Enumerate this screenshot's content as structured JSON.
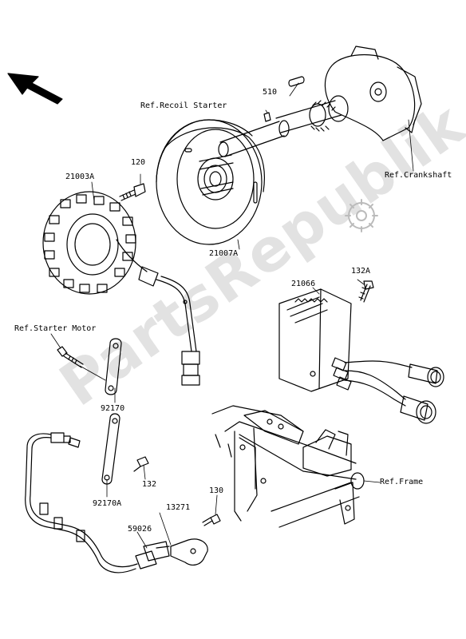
{
  "watermark": "PartsRepublik",
  "labels": {
    "p510": "510",
    "ref_recoil_starter": "Ref.Recoil Starter",
    "ref_crankshaft": "Ref.Crankshaft",
    "p120": "120",
    "p21003a": "21003A",
    "p21007a": "21007A",
    "p132a": "132A",
    "p21066": "21066",
    "ref_starter_motor": "Ref.Starter Motor",
    "p92170": "92170",
    "p132": "132",
    "p92170a": "92170A",
    "ref_frame": "Ref.Frame",
    "p130": "130",
    "p13271": "13271",
    "p59026": "59026"
  },
  "icons": [
    "direction-arrow-icon",
    "gear-logo-icon"
  ]
}
